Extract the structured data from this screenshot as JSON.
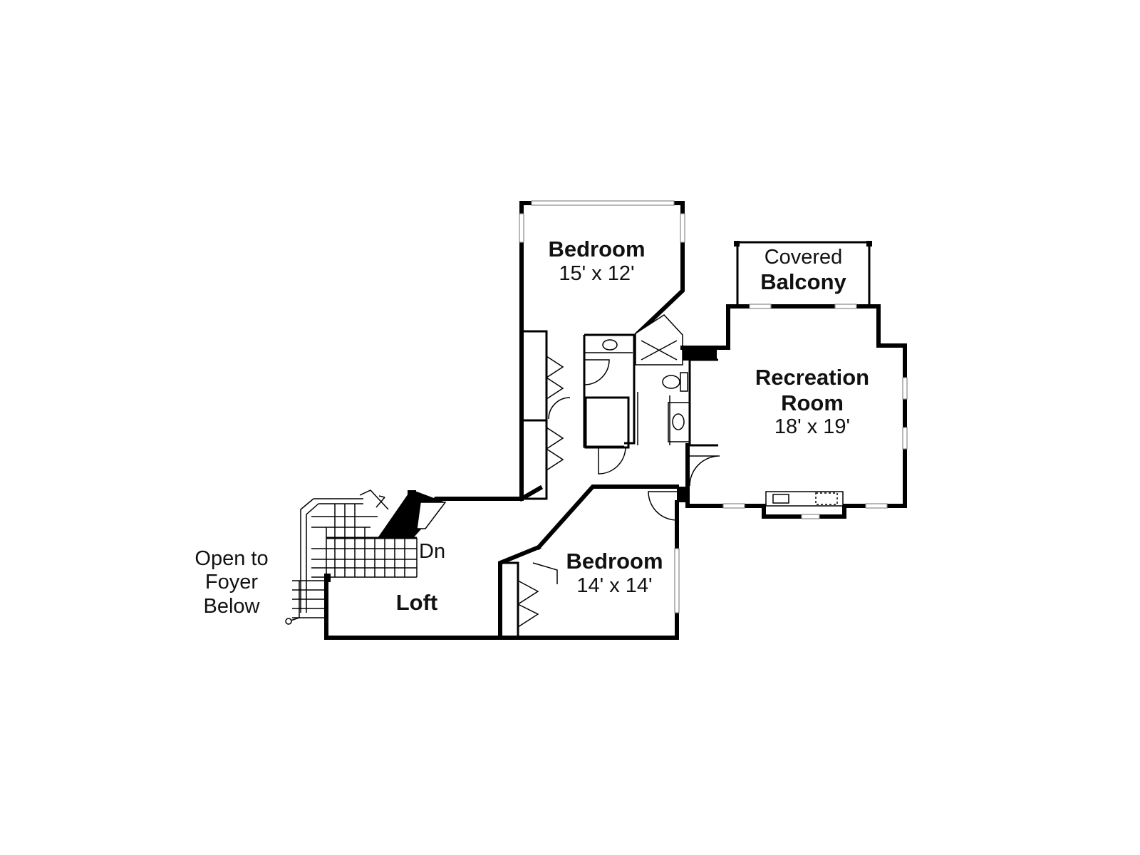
{
  "rooms": {
    "bedroom_top": {
      "name": "Bedroom",
      "dim": "15' x 12'"
    },
    "balcony": {
      "line1": "Covered",
      "line2": "Balcony"
    },
    "recreation": {
      "line1": "Recreation",
      "line2": "Room",
      "dim": "18' x 19'"
    },
    "bedroom_bottom": {
      "name": "Bedroom",
      "dim": "14' x 14'"
    },
    "loft": {
      "name": "Loft"
    }
  },
  "stairs": {
    "direction": "Dn"
  },
  "open_note": {
    "line1": "Open to",
    "line2": "Foyer",
    "line3": "Below"
  }
}
